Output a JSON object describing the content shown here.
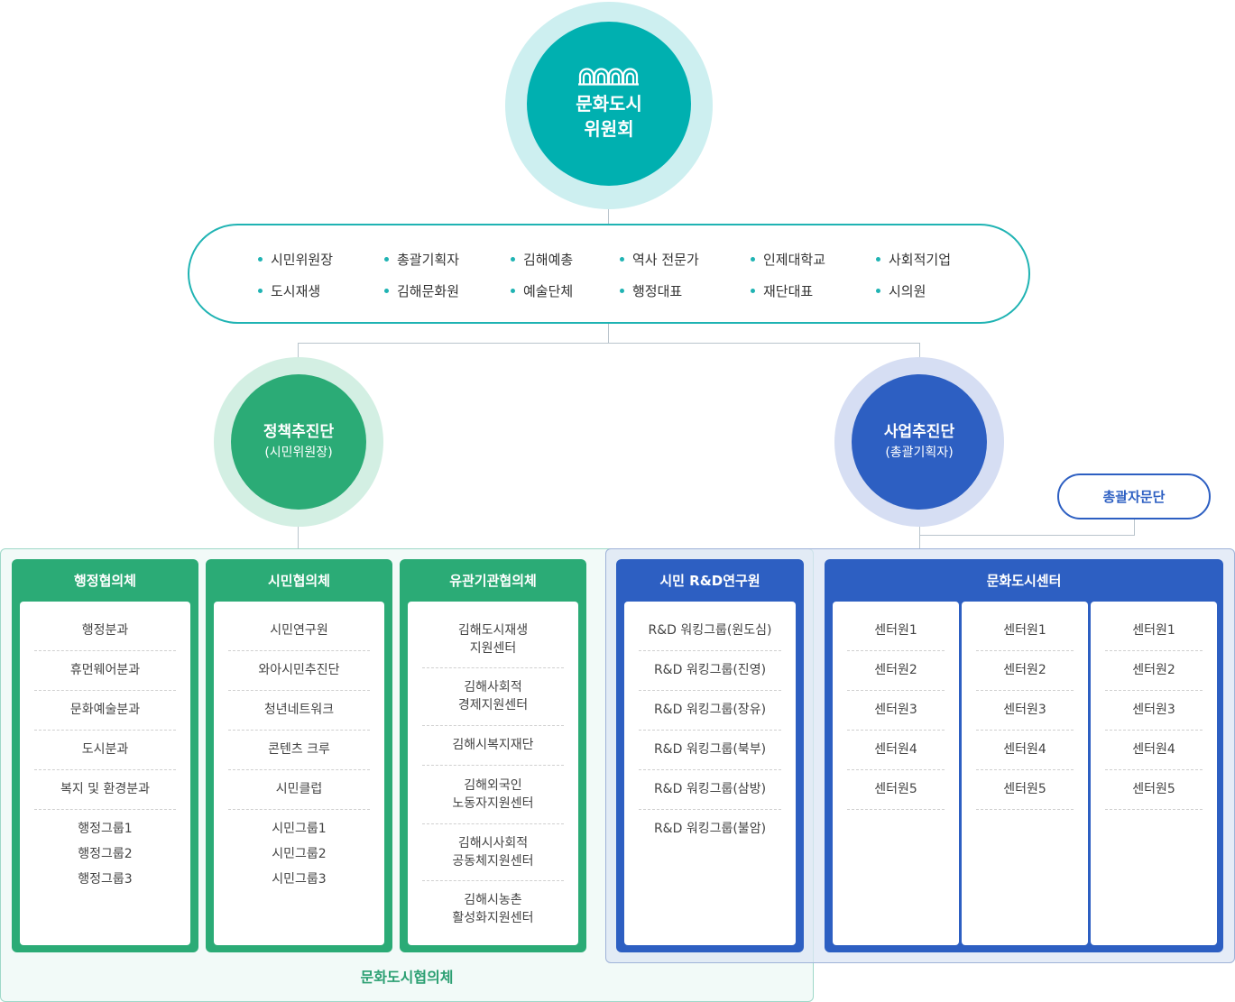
{
  "committee": {
    "title": "문화도시\n위원회",
    "logo_icon": "arches-logo-icon"
  },
  "members": [
    [
      "시민위원장",
      "총괄기획자",
      "김해예총",
      "역사 전문가",
      "인제대학교",
      "사회적기업"
    ],
    [
      "도시재생",
      "김해문화원",
      "예술단체",
      "행정대표",
      "재단대표",
      "시의원"
    ]
  ],
  "policy_team": {
    "title": "정책추진단",
    "subtitle": "(시민위원장)"
  },
  "business_team": {
    "title": "사업추진단",
    "subtitle": "(총괄기획자)"
  },
  "advisory": {
    "label": "총괄자문단"
  },
  "council_label": "문화도시협의체",
  "panels": {
    "admin": {
      "title": "행정협의체",
      "items": [
        "행정분과",
        "휴먼웨어분과",
        "문화예술분과",
        "도시분과",
        "복지 및 환경분과"
      ],
      "groups": [
        "행정그룹1",
        "행정그룹2",
        "행정그룹3"
      ]
    },
    "citizen": {
      "title": "시민협의체",
      "items": [
        "시민연구원",
        "와아시민추진단",
        "청년네트워크",
        "콘텐츠 크루",
        "시민클럽"
      ],
      "groups": [
        "시민그룹1",
        "시민그룹2",
        "시민그룹3"
      ]
    },
    "agency": {
      "title": "유관기관협의체",
      "items": [
        "김해도시재생\n지원센터",
        "김해사회적\n경제지원센터",
        "김해시복지재단",
        "김해외국인\n노동자지원센터",
        "김해시사회적\n공동체지원센터",
        "김해시농촌\n활성화지원센터"
      ]
    },
    "rnd": {
      "title": "시민 R&D연구원",
      "items": [
        "R&D 워킹그룹(원도심)",
        "R&D 워킹그룹(진영)",
        "R&D 워킹그룹(장유)",
        "R&D 워킹그룹(북부)",
        "R&D 워킹그룹(삼방)",
        "R&D 워킹그룹(불암)"
      ]
    },
    "center": {
      "title": "문화도시센터",
      "columns": [
        [
          "센터원1",
          "센터원2",
          "센터원3",
          "센터원4",
          "센터원5"
        ],
        [
          "센터원1",
          "센터원2",
          "센터원3",
          "센터원4",
          "센터원5"
        ],
        [
          "센터원1",
          "센터원2",
          "센터원3",
          "센터원4",
          "센터원5"
        ]
      ]
    }
  },
  "colors": {
    "teal": "#00b0b0",
    "green": "#2bab76",
    "blue": "#2d5fc2"
  }
}
